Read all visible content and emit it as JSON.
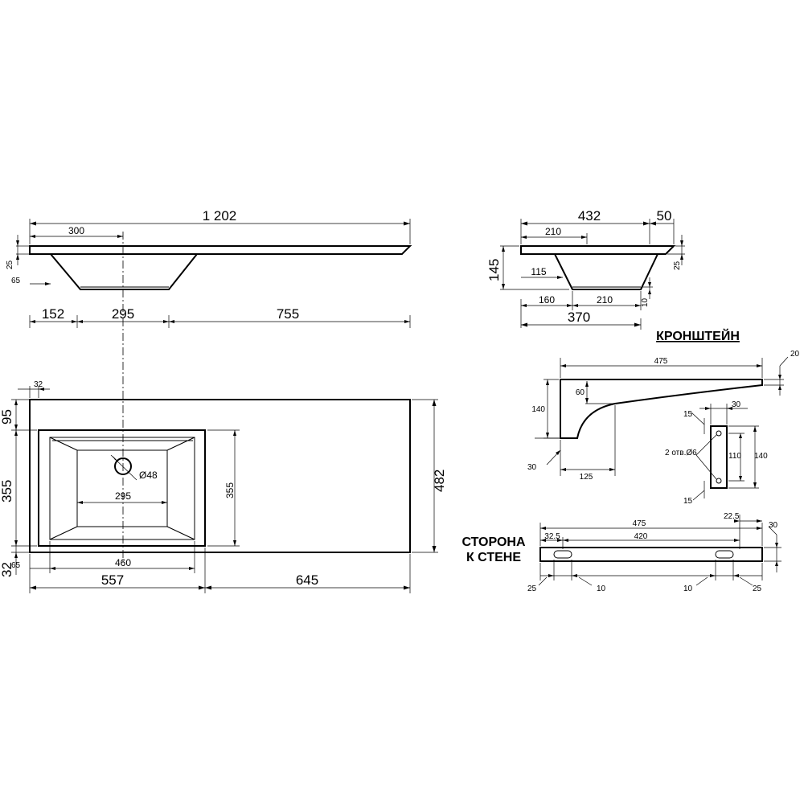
{
  "front_view": {
    "total_width": "1 202",
    "bowl_center_offset": "300",
    "slab_thickness": "25",
    "bowl_inset": "65",
    "seg_left": "152",
    "seg_bowl": "295",
    "seg_right": "755"
  },
  "side_view": {
    "depth": "432",
    "overhang": "50",
    "center_offset": "210",
    "height": "145",
    "slab_thickness": "25",
    "bottom_offset": "115",
    "bottom_start": "160",
    "bottom_width": "210",
    "bottom_thickness": "10",
    "bowl_depth": "370"
  },
  "plan_view": {
    "edge_left": "32",
    "top_margin": "95",
    "bowl_depth": "355",
    "bottom_margin": "32",
    "total_depth": "482",
    "inner_depth": "355",
    "drain_diameter": "Ø48",
    "inner_width": "295",
    "inset": "65",
    "bowl_width": "460",
    "left_width": "557",
    "right_width": "645"
  },
  "bracket": {
    "title": "КРОНШТЕЙН",
    "length": "475",
    "thickness": "20",
    "arm_height": "60",
    "plate_height": "140",
    "base_thickness": "30",
    "curve_width": "125",
    "plate_width": "30",
    "hole_margin_top": "15",
    "holes_label": "2 отв.Ø6",
    "hole_spacing": "110",
    "plate_height_right": "140",
    "hole_margin_bottom": "15"
  },
  "wall_side": {
    "title_line1": "СТОРОНА",
    "title_line2": "К СТЕНЕ",
    "length": "475",
    "hole_offset": "32.5",
    "hole_spacing": "420",
    "end_offset": "22.5",
    "thickness": "30",
    "slot_margin_left": "25",
    "slot_width_left": "10",
    "slot_width_right": "10",
    "slot_margin_right": "25"
  }
}
